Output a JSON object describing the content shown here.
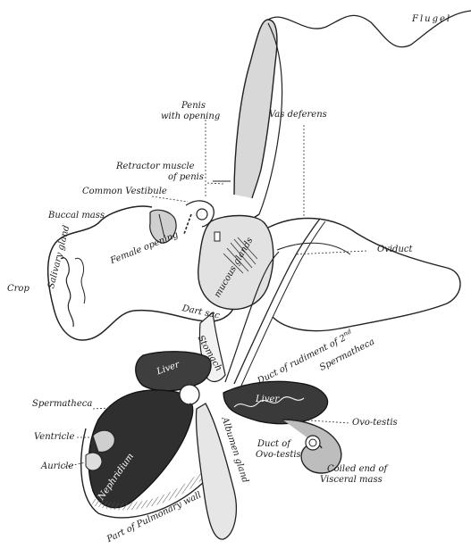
{
  "labels": {
    "flugel": "Flugel",
    "penis": "Penis",
    "with_opening": "with opening",
    "vas_deferens": "Vas deferens",
    "retractor": "Retractor muscle",
    "of_penis": "of penis",
    "common_vestibule": "Common Vestibule",
    "buccal_mass": "Buccal mass",
    "oviduct": "Oviduct",
    "crop": "Crop",
    "salivary_gland": "Salivary gland",
    "female_opening": "Female opening",
    "mucous_glands": "mucous glands",
    "dart_sac": "Dart sac",
    "duct_of_rudiment": "Duct of rudiment of 2",
    "duct_sup": "nd",
    "spermatheca_upper": "Spermatheca",
    "stomach": "Stomach",
    "spermatheca_left": "Spermatheca",
    "liver_left": "Liver",
    "liver_right": "Liver",
    "ovo_testis": "Ovo-testis",
    "ventricle": "Ventricle",
    "duct_of": "Duct of",
    "ovo_testis_2": "Ovo-testis",
    "coiled_end": "Coiled end of",
    "visceral_mass": "Visceral mass",
    "auricle": "Auricle",
    "nephridium": "Nephridium",
    "albumen_gland": "Albumen gland",
    "pulmonary": "Part of Pulmonary wall"
  }
}
